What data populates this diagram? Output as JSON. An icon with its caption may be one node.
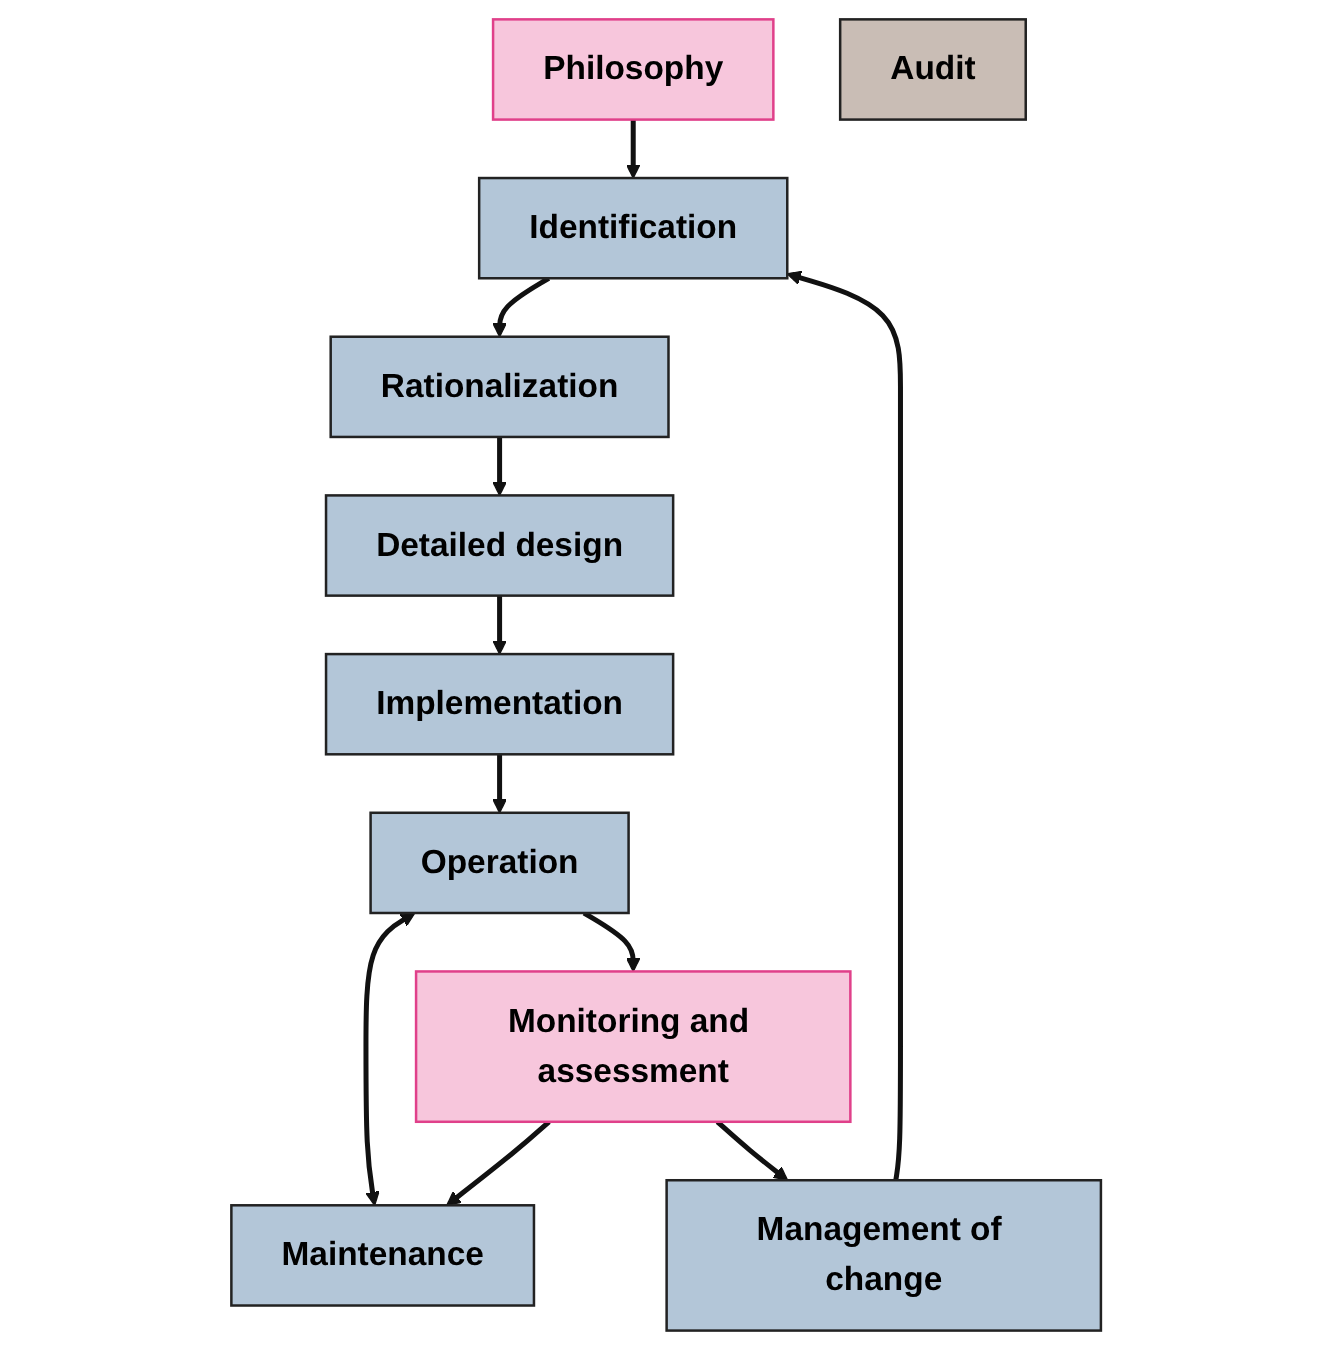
{
  "diagram": {
    "nodes": [
      {
        "text": [
          "Philosophy"
        ]
      },
      {
        "text": [
          "Identification"
        ]
      },
      {
        "text": [
          "Rationalization"
        ]
      },
      {
        "text": [
          "Detailed design"
        ]
      },
      {
        "text": [
          "Implementation"
        ]
      },
      {
        "text": [
          "Operation"
        ]
      },
      {
        "text": [
          "Maintenance"
        ]
      },
      {
        "text": [
          "Management of change"
        ]
      },
      {
        "text": [
          "Monitoring and assessment"
        ]
      },
      {
        "text": [
          "Audit"
        ]
      }
    ],
    "edges": [
      {
        "from": 0,
        "to": 1,
        "arrow": "to"
      },
      {
        "from": 1,
        "to": 2,
        "arrow": "to"
      },
      {
        "from": 2,
        "to": 3,
        "arrow": "to"
      },
      {
        "from": 3,
        "to": 4,
        "arrow": "to"
      },
      {
        "from": 4,
        "to": 5,
        "arrow": "to"
      },
      {
        "from": 5,
        "to": 6,
        "arrow": "both"
      },
      {
        "from": 5,
        "to": 8,
        "arrow": "to"
      },
      {
        "from": 8,
        "to": 6,
        "arrow": "to"
      },
      {
        "from": 8,
        "to": 7,
        "arrow": "to"
      },
      {
        "from": 7,
        "to": 1,
        "arrow": "to"
      }
    ]
  }
}
